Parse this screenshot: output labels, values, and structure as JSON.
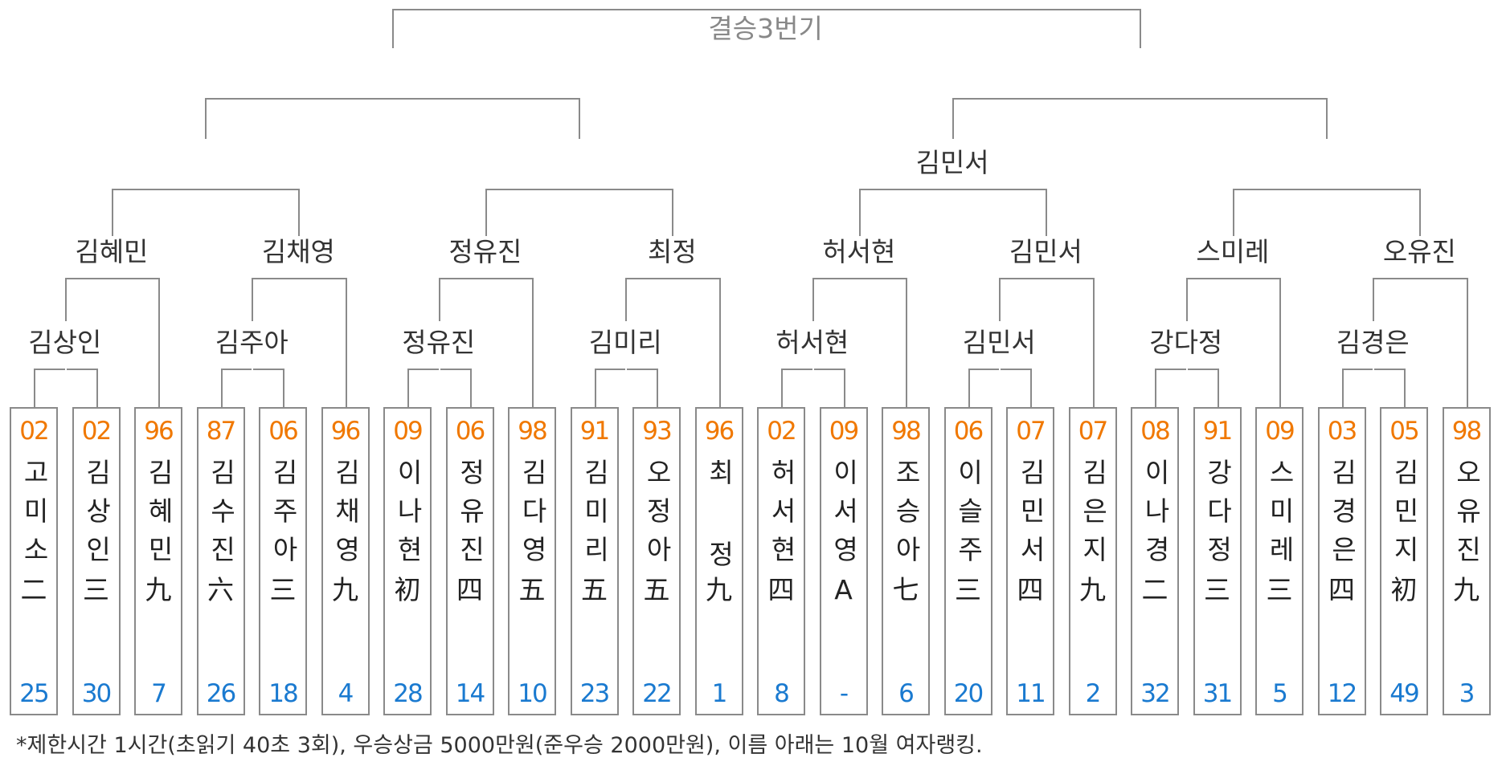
{
  "title": "결승3번기",
  "rounds": {
    "round1_winners": [
      "김상인",
      "김주아",
      "정유진",
      "김미리",
      "허서현",
      "김민서",
      "강다정",
      "김경은"
    ],
    "round2_winners": [
      "김혜민",
      "김채영",
      "정유진",
      "최정",
      "허서현",
      "김민서",
      "스미레",
      "오유진"
    ],
    "round3_winners": [
      "",
      "",
      "김민서",
      ""
    ]
  },
  "players": [
    {
      "year": "02",
      "name": "고미소",
      "grade": "二",
      "rank": "25"
    },
    {
      "year": "02",
      "name": "김상인",
      "grade": "三",
      "rank": "30"
    },
    {
      "year": "96",
      "name": "김혜민",
      "grade": "九",
      "rank": "7"
    },
    {
      "year": "87",
      "name": "김수진",
      "grade": "六",
      "rank": "26"
    },
    {
      "year": "06",
      "name": "김주아",
      "grade": "三",
      "rank": "18"
    },
    {
      "year": "96",
      "name": "김채영",
      "grade": "九",
      "rank": "4"
    },
    {
      "year": "09",
      "name": "이나현",
      "grade": "初",
      "rank": "28"
    },
    {
      "year": "06",
      "name": "정유진",
      "grade": "四",
      "rank": "14"
    },
    {
      "year": "98",
      "name": "김다영",
      "grade": "五",
      "rank": "10"
    },
    {
      "year": "91",
      "name": "김미리",
      "grade": "五",
      "rank": "23"
    },
    {
      "year": "93",
      "name": "오정아",
      "grade": "五",
      "rank": "22"
    },
    {
      "year": "96",
      "name": "최 정",
      "grade": "九",
      "rank": "1"
    },
    {
      "year": "02",
      "name": "허서현",
      "grade": "四",
      "rank": "8"
    },
    {
      "year": "09",
      "name": "이서영",
      "grade": "A",
      "rank": "-"
    },
    {
      "year": "98",
      "name": "조승아",
      "grade": "七",
      "rank": "6"
    },
    {
      "year": "06",
      "name": "이슬주",
      "grade": "三",
      "rank": "20"
    },
    {
      "year": "07",
      "name": "김민서",
      "grade": "四",
      "rank": "11"
    },
    {
      "year": "07",
      "name": "김은지",
      "grade": "九",
      "rank": "2"
    },
    {
      "year": "08",
      "name": "이나경",
      "grade": "二",
      "rank": "32"
    },
    {
      "year": "91",
      "name": "강다정",
      "grade": "三",
      "rank": "31"
    },
    {
      "year": "09",
      "name": "스미레",
      "grade": "三",
      "rank": "5"
    },
    {
      "year": "03",
      "name": "김경은",
      "grade": "四",
      "rank": "12"
    },
    {
      "year": "05",
      "name": "김민지",
      "grade": "初",
      "rank": "49"
    },
    {
      "year": "98",
      "name": "오유진",
      "grade": "九",
      "rank": "3"
    }
  ],
  "footnote": "*제한시간 1시간(초읽기 40초 3회), 우승상금 5000만원(준우승 2000만원), 이름 아래는 10월 여자랭킹."
}
